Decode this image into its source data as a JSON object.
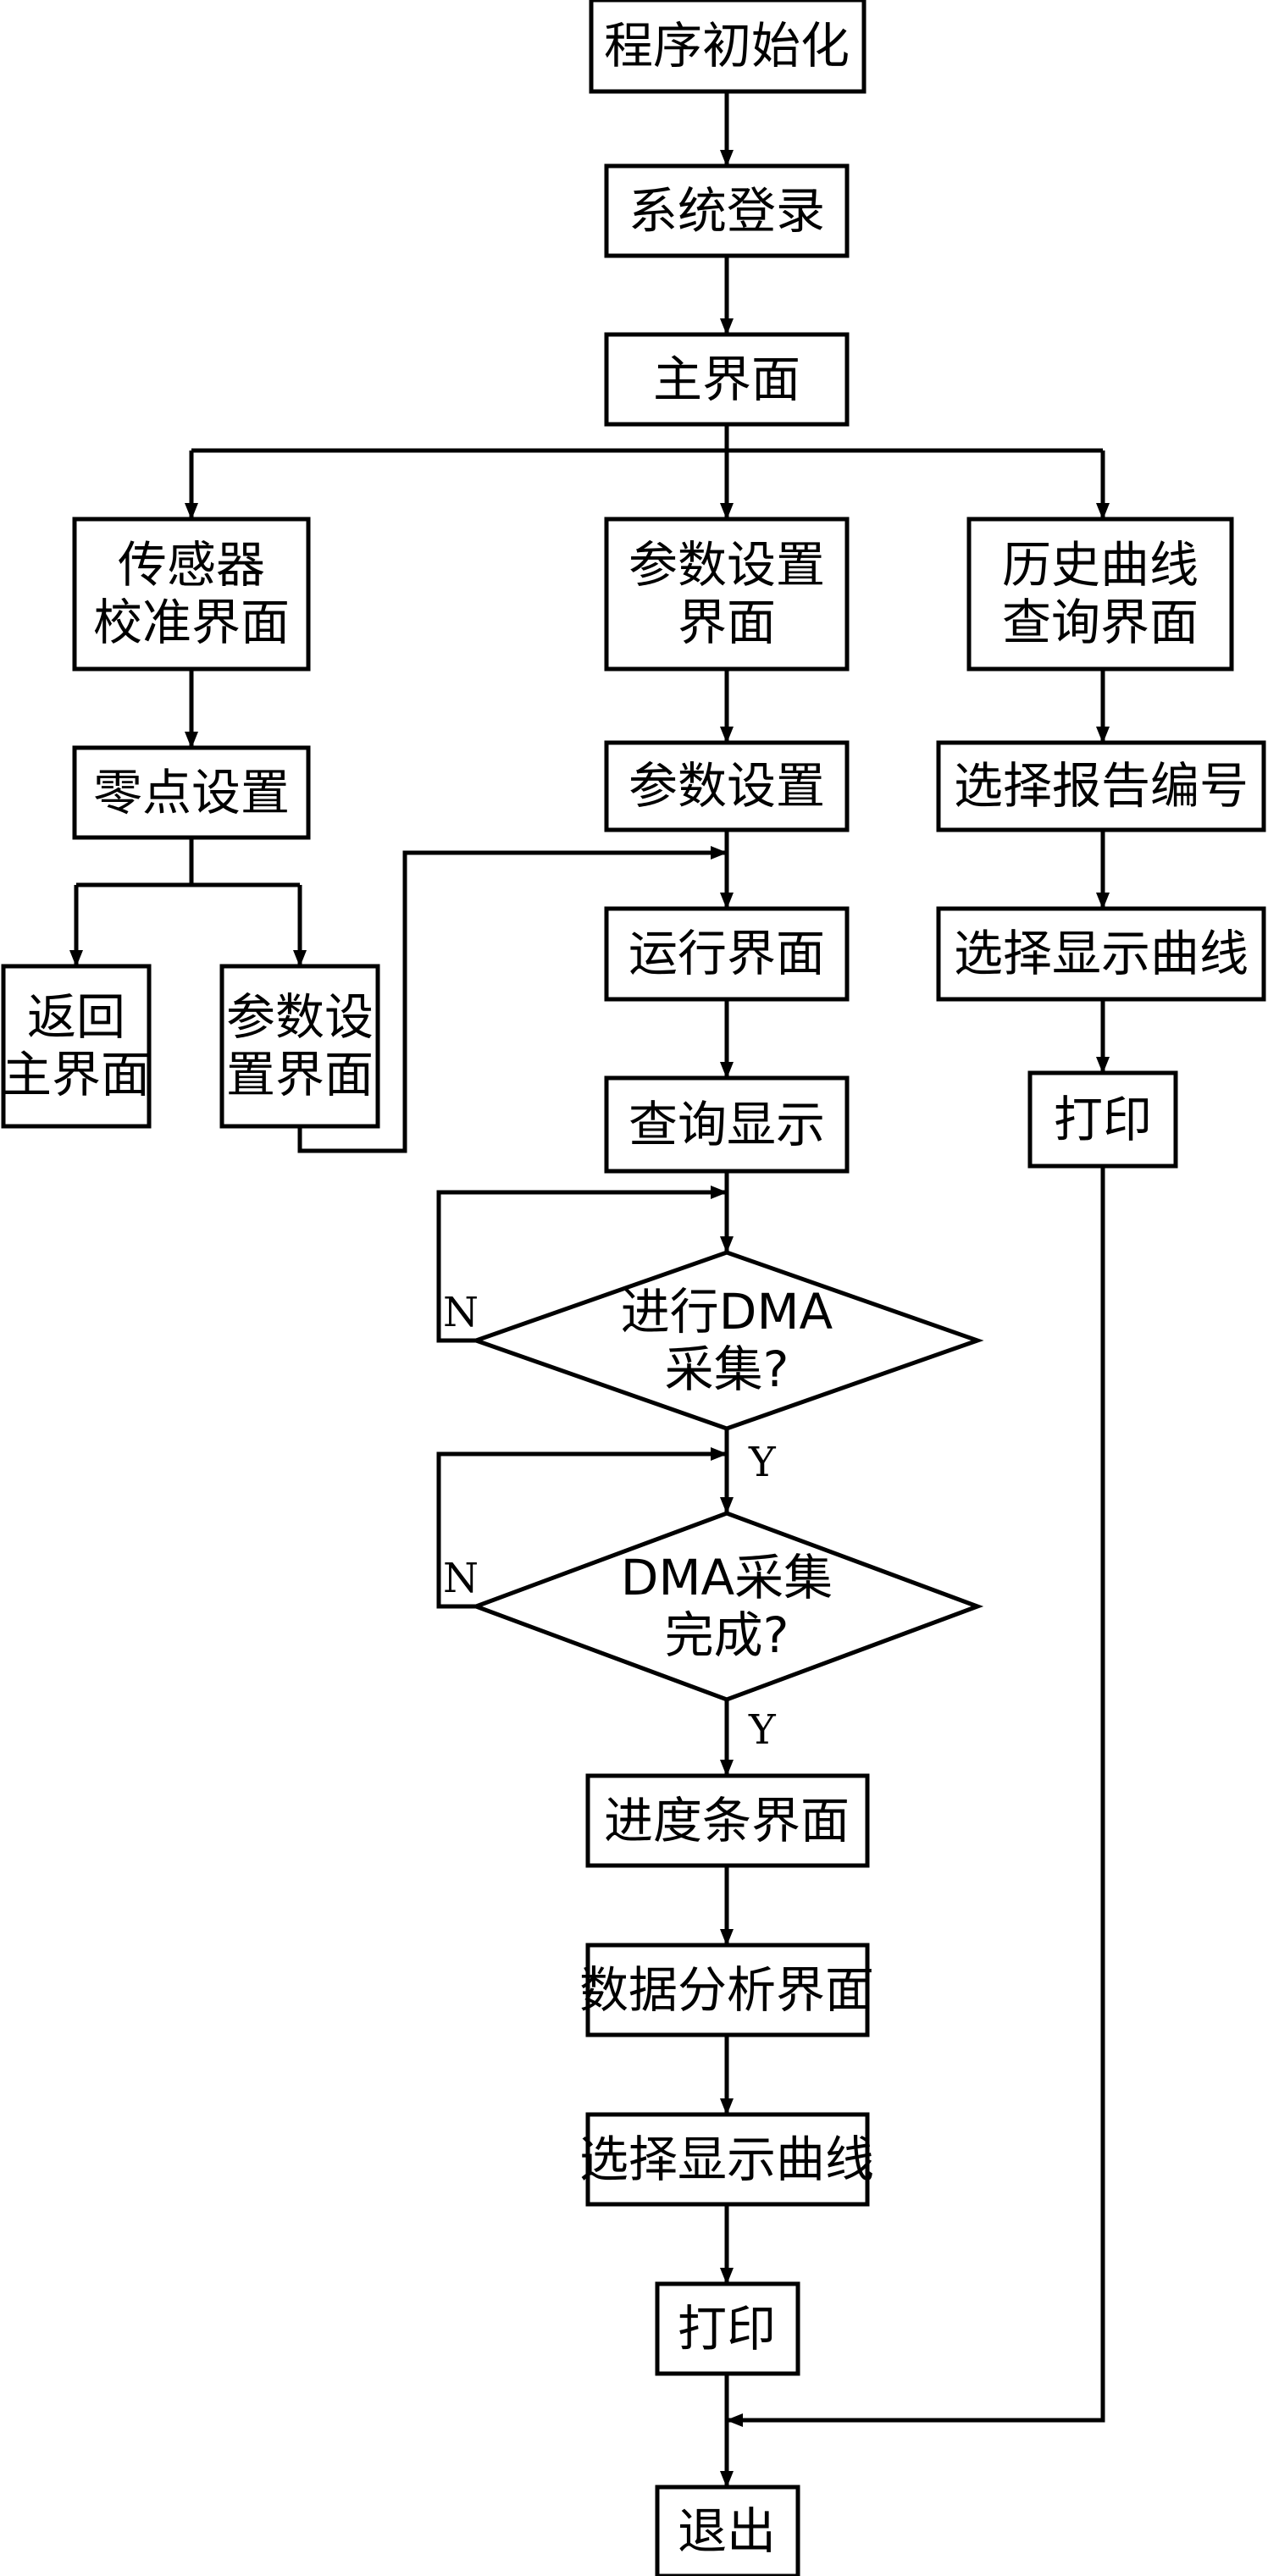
{
  "nodes": {
    "init": {
      "lines": [
        "程序初始化"
      ]
    },
    "login": {
      "lines": [
        "系统登录"
      ]
    },
    "main": {
      "lines": [
        "主界面"
      ]
    },
    "sensor": {
      "lines": [
        "传感器",
        "校准界面"
      ]
    },
    "param_ui": {
      "lines": [
        "参数设置",
        "界面"
      ]
    },
    "history": {
      "lines": [
        "历史曲线",
        "查询界面"
      ]
    },
    "zero": {
      "lines": [
        "零点设置"
      ]
    },
    "back": {
      "lines": [
        "返回",
        "主界面"
      ]
    },
    "param_ui2": {
      "lines": [
        "参数设",
        "置界面"
      ]
    },
    "param_set": {
      "lines": [
        "参数设置"
      ]
    },
    "run": {
      "lines": [
        "运行界面"
      ]
    },
    "query": {
      "lines": [
        "查询显示"
      ]
    },
    "report": {
      "lines": [
        "选择报告编号"
      ]
    },
    "curve_r": {
      "lines": [
        "选择显示曲线"
      ]
    },
    "print_r": {
      "lines": [
        "打印"
      ]
    },
    "dma1": {
      "lines": [
        "进行DMA",
        "采集?"
      ]
    },
    "dma2": {
      "lines": [
        "DMA采集",
        "完成?"
      ]
    },
    "progress": {
      "lines": [
        "进度条界面"
      ]
    },
    "analysis": {
      "lines": [
        "数据分析界面"
      ]
    },
    "curve_c": {
      "lines": [
        "选择显示曲线"
      ]
    },
    "print_c": {
      "lines": [
        "打印"
      ]
    },
    "exit": {
      "lines": [
        "退出"
      ]
    }
  },
  "edge_labels": {
    "dma1_no": "N",
    "dma1_yes": "Y",
    "dma2_no": "N",
    "dma2_yes": "Y"
  }
}
